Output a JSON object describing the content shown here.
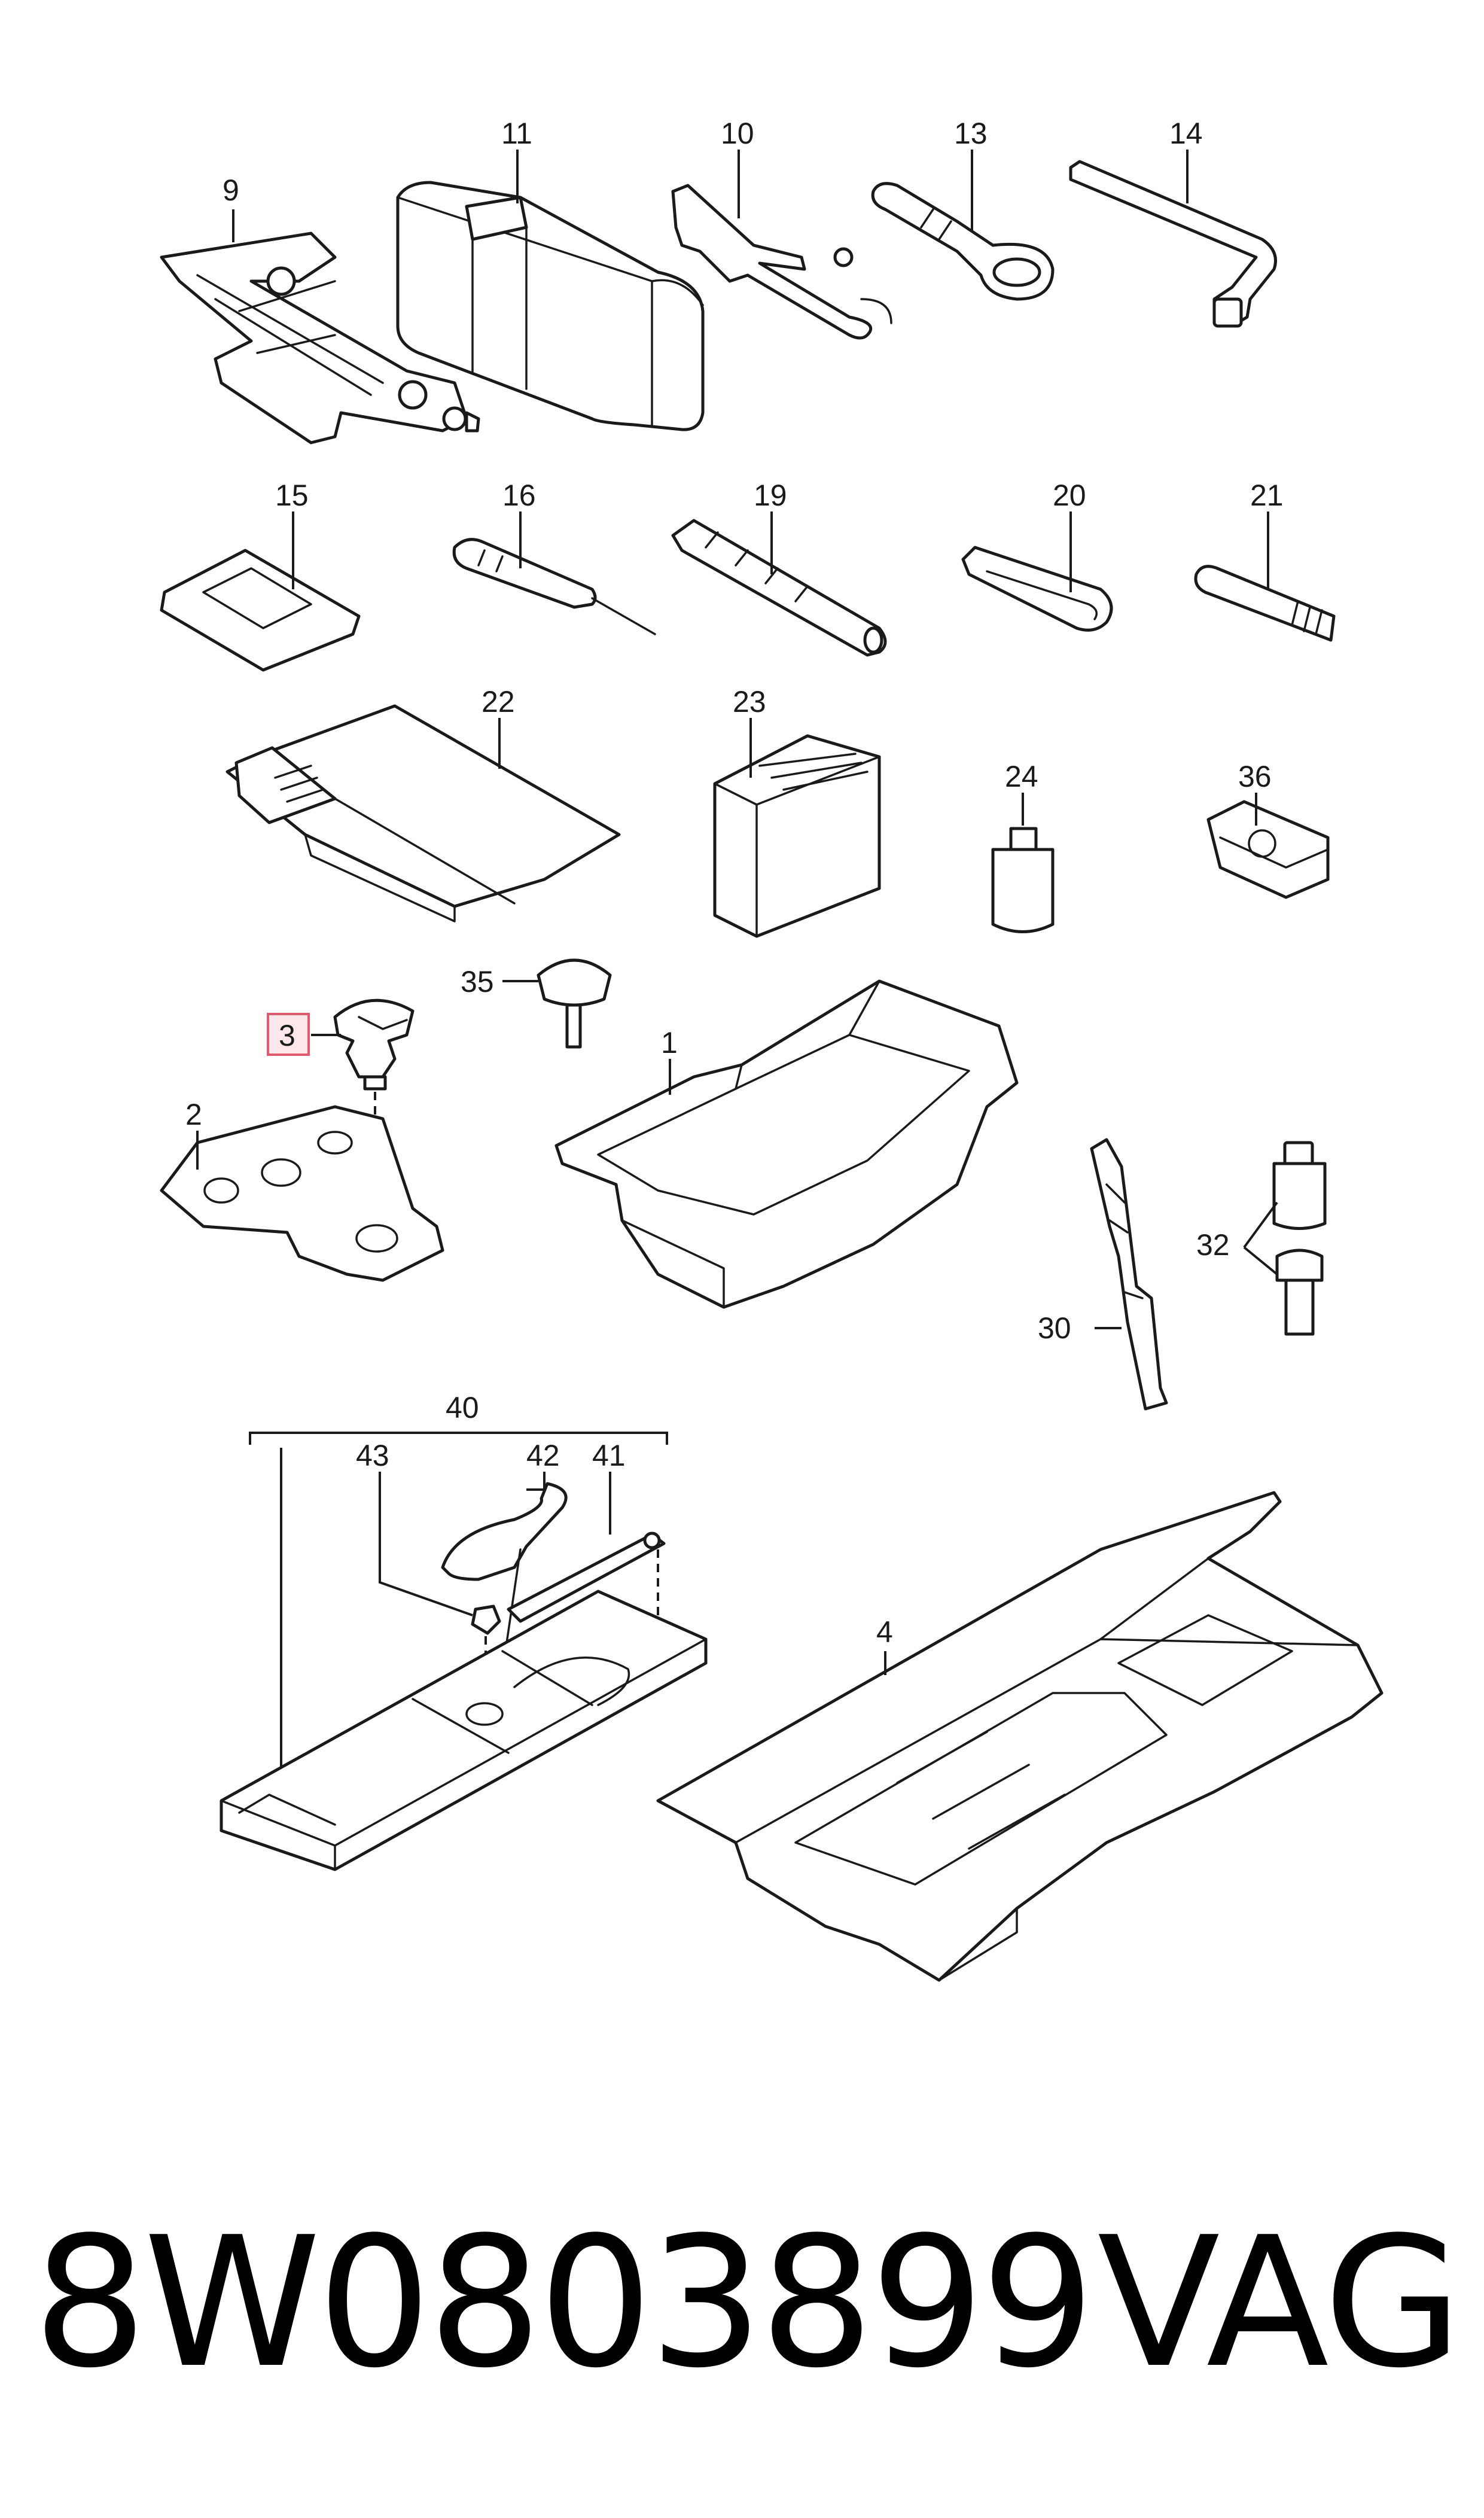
{
  "callouts": {
    "c1": "1",
    "c2": "2",
    "c3": "3",
    "c4": "4",
    "c9": "9",
    "c10": "10",
    "c11": "11",
    "c13": "13",
    "c14": "14",
    "c15": "15",
    "c16": "16",
    "c19": "19",
    "c20": "20",
    "c21": "21",
    "c22": "22",
    "c23": "23",
    "c24": "24",
    "c30": "30",
    "c32": "32",
    "c35": "35",
    "c36": "36",
    "c40": "40",
    "c41": "41",
    "c42": "42",
    "c43": "43"
  },
  "highlighted_callout": "3",
  "highlight_color": "#e05a6e",
  "footer": {
    "part_number": "8W0803899",
    "brand": "VAG"
  }
}
